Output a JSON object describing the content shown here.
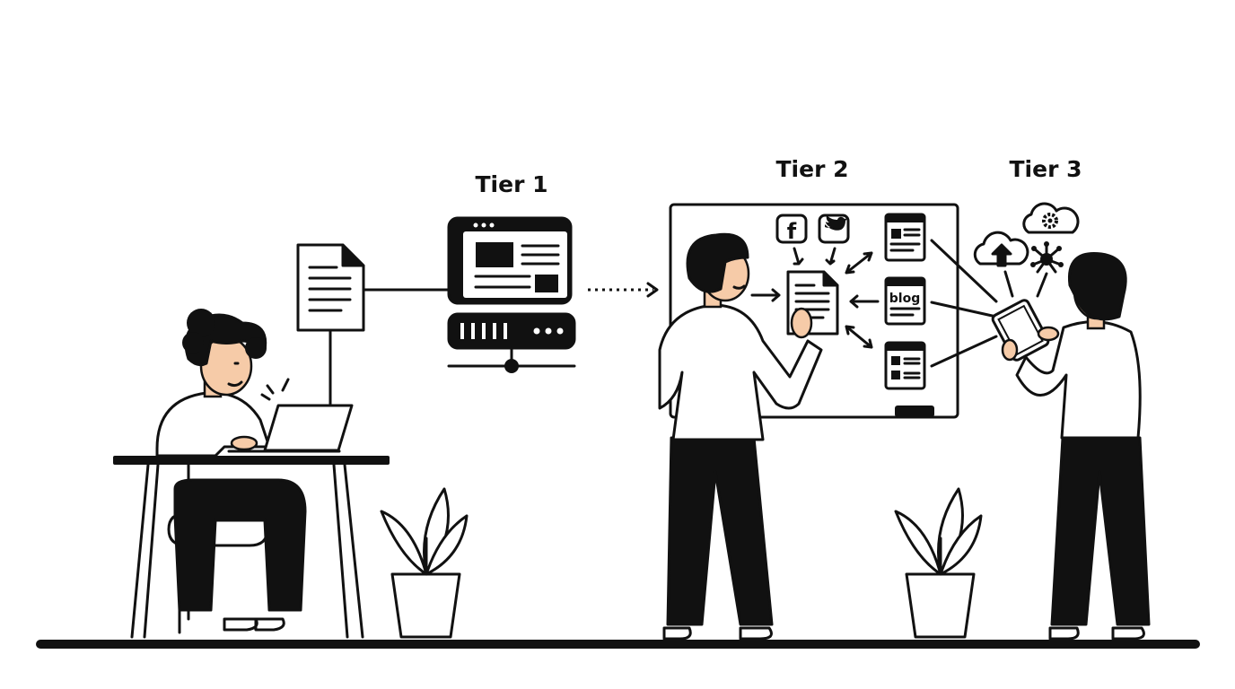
{
  "labels": {
    "tier1": "Tier 1",
    "tier2": "Tier 2",
    "tier3": "Tier 3",
    "blog": "blog"
  },
  "icons": [
    "document-icon",
    "server-icon",
    "facebook-icon",
    "twitter-icon",
    "web-page-icon",
    "blog-page-icon",
    "search-page-icon",
    "cloud-upload-icon",
    "cloud-gear-icon",
    "network-icon",
    "tablet-icon",
    "laptop-icon",
    "plant-icon"
  ],
  "colors": {
    "ink": "#111111",
    "skin": "#f6cba8",
    "background": "#ffffff"
  }
}
